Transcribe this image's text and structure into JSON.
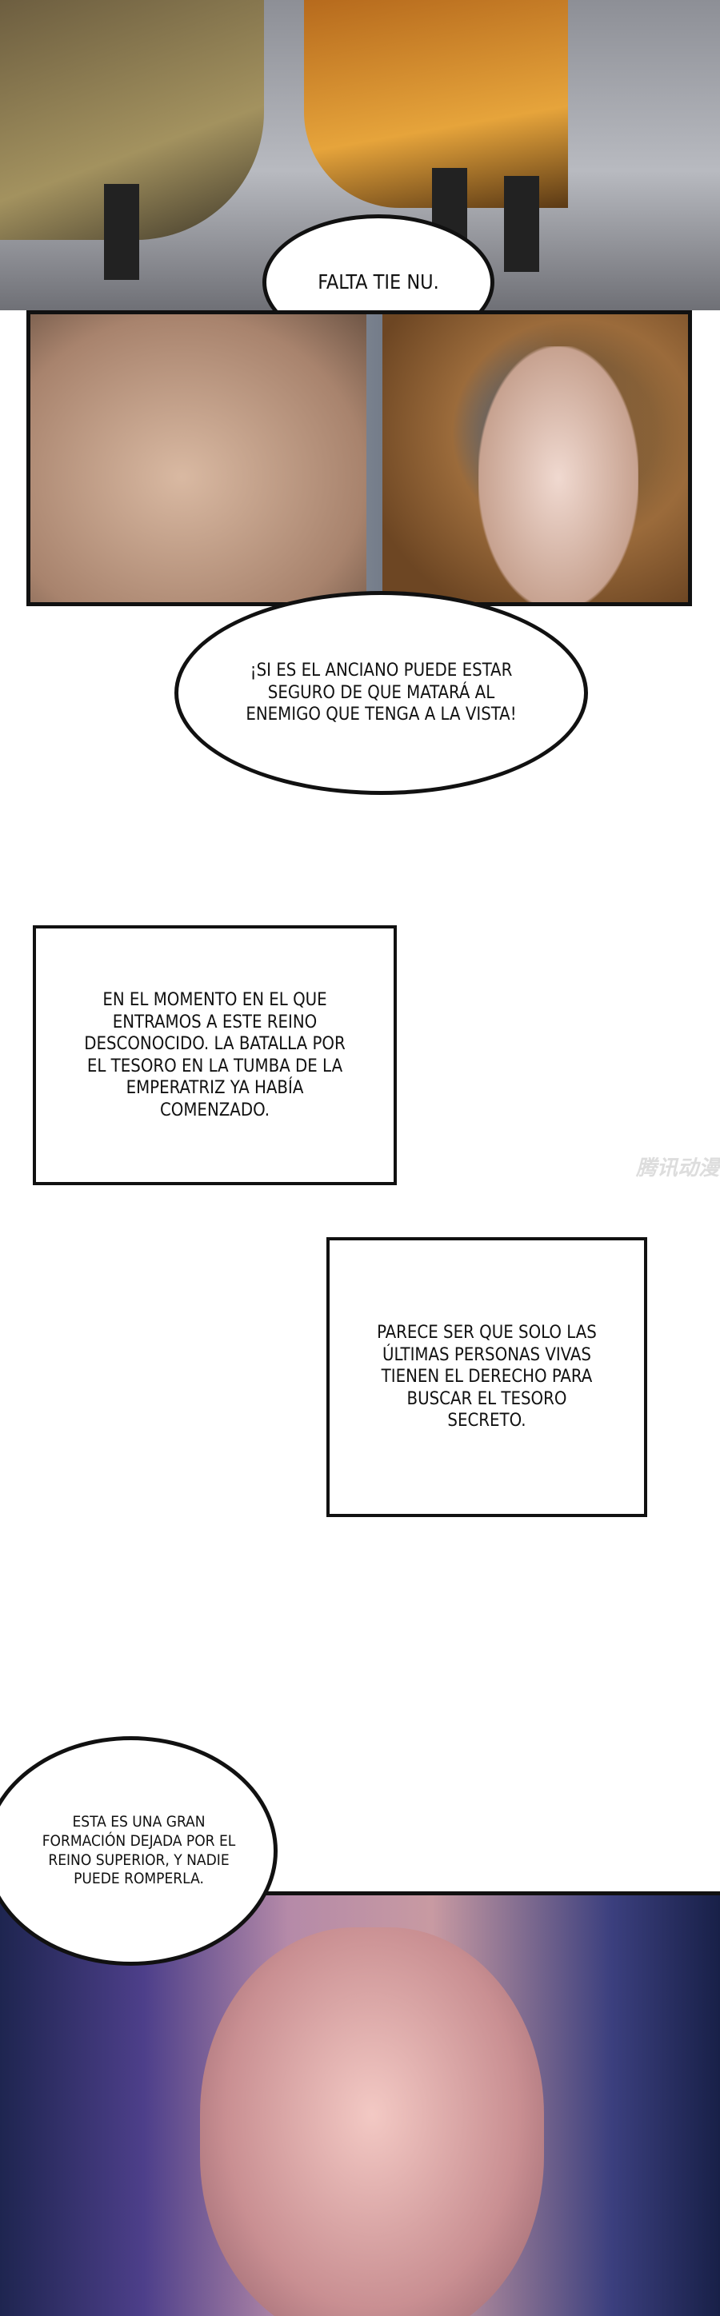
{
  "bubbles": {
    "b1": "FALTA TIE NU.",
    "b2": "¡SI ES EL ANCIANO PUEDE ESTAR SEGURO DE QUE MATARÁ AL ENEMIGO QUE TENGA A LA VISTA!",
    "b3": "ESTA ES UNA GRAN FORMACIÓN DEJADA POR EL REINO SUPERIOR, Y NADIE PUEDE ROMPERLA."
  },
  "captions": {
    "c1": "EN EL MOMENTO EN EL QUE ENTRAMOS A ESTE REINO DESCONOCIDO. LA BATALLA POR EL TESORO EN LA TUMBA DE LA EMPERATRIZ YA HABÍA COMENZADO.",
    "c2": "PARECE SER QUE SOLO LAS ÚLTIMAS PERSONAS VIVAS TIENEN EL DERECHO PARA BUSCAR EL TESORO SECRETO."
  },
  "watermark": "腾讯动漫"
}
